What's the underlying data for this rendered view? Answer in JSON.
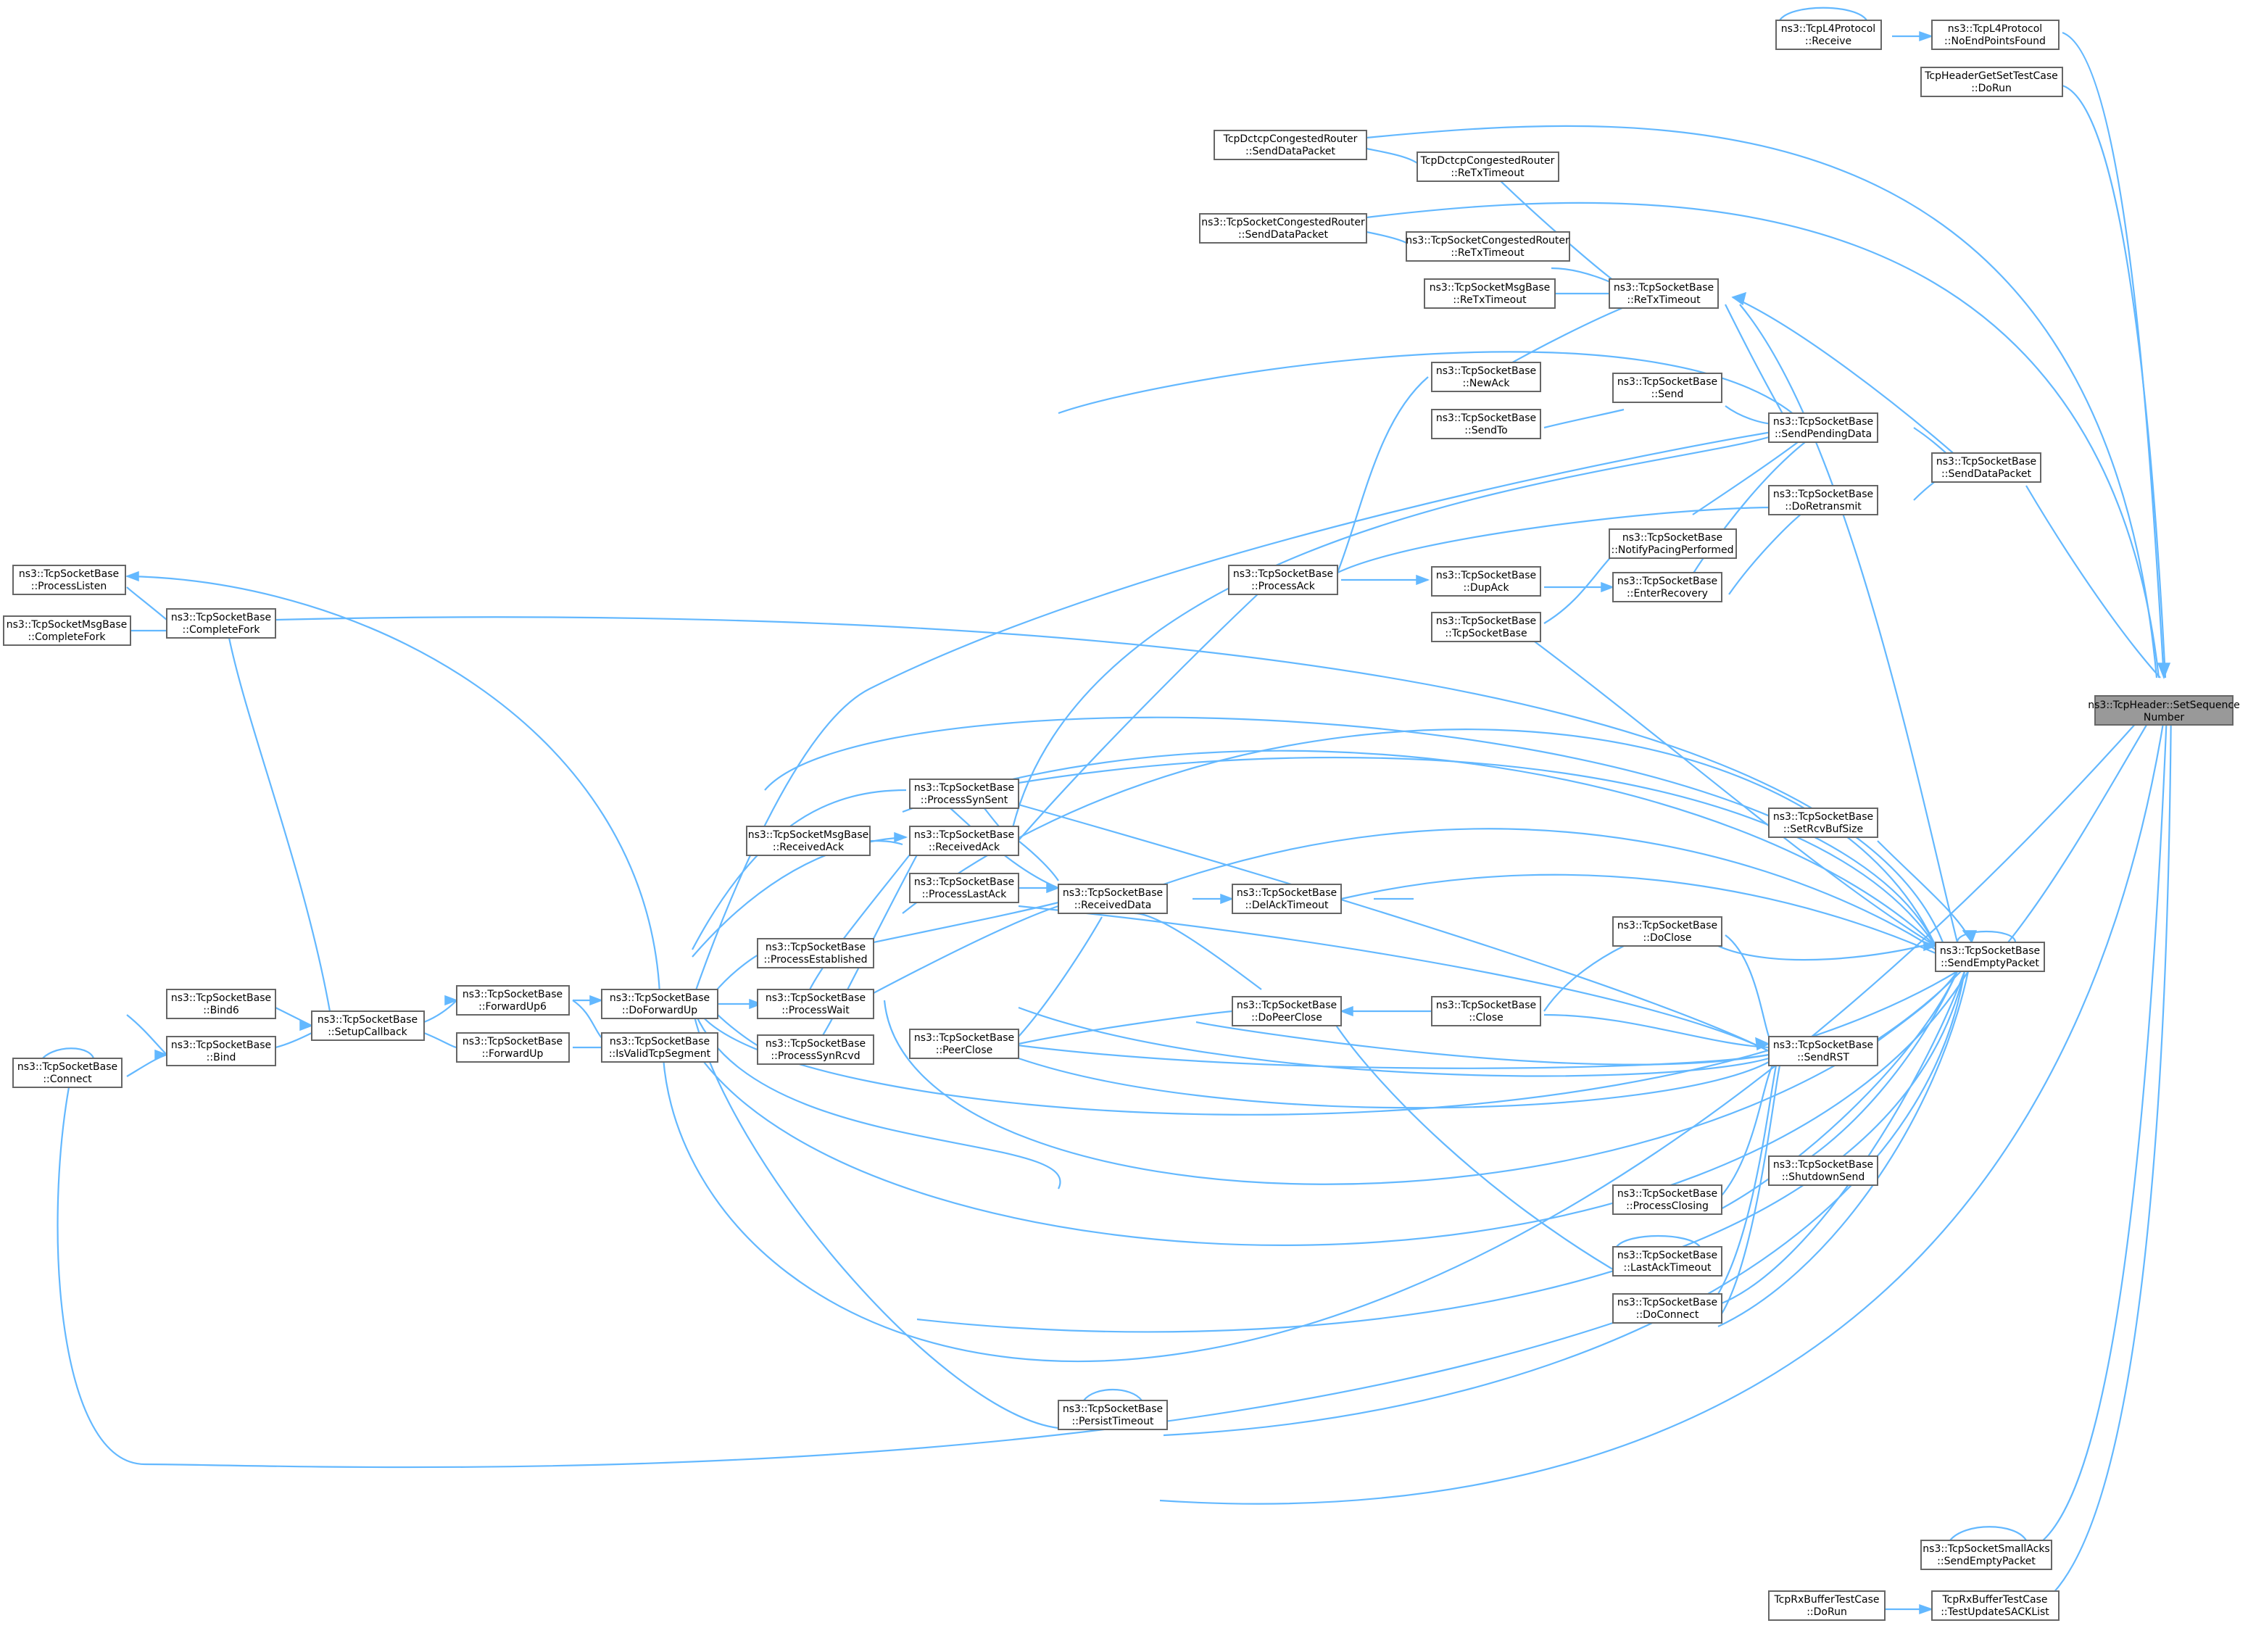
{
  "colors": {
    "edge": "#63b8ff",
    "node_border": "#666666",
    "root_fill": "#999999",
    "background": "#ffffff"
  },
  "nodes": {
    "root": [
      "ns3::TcpHeader::SetSequence",
      "Number"
    ],
    "sendEmpty": [
      "ns3::TcpSocketBase",
      "::SendEmptyPacket"
    ],
    "sendRST": [
      "ns3::TcpSocketBase",
      "::SendRST"
    ],
    "sendDataPacket": [
      "ns3::TcpSocketBase",
      "::SendDataPacket"
    ],
    "sendPending": [
      "ns3::TcpSocketBase",
      "::SendPendingData"
    ],
    "reTx": [
      "ns3::TcpSocketBase",
      "::ReTxTimeout"
    ],
    "doRetransmit": [
      "ns3::TcpSocketBase",
      "::DoRetransmit"
    ],
    "notifyPacing": [
      "ns3::TcpSocketBase",
      "::NotifyPacingPerformed"
    ],
    "enterRecovery": [
      "ns3::TcpSocketBase",
      "::EnterRecovery"
    ],
    "send": [
      "ns3::TcpSocketBase",
      "::Send"
    ],
    "sendTo": [
      "ns3::TcpSocketBase",
      "::SendTo"
    ],
    "newAck": [
      "ns3::TcpSocketBase",
      "::NewAck"
    ],
    "dupAck": [
      "ns3::TcpSocketBase",
      "::DupAck"
    ],
    "tcpSocketBase": [
      "ns3::TcpSocketBase",
      "::TcpSocketBase"
    ],
    "processAck": [
      "ns3::TcpSocketBase",
      "::ProcessAck"
    ],
    "msgReTx": [
      "ns3::TcpSocketMsgBase",
      "::ReTxTimeout"
    ],
    "congReTx": [
      "ns3::TcpSocketCongestedRouter",
      "::ReTxTimeout"
    ],
    "congSend": [
      "ns3::TcpSocketCongestedRouter",
      "::SendDataPacket"
    ],
    "dctcpReTx": [
      "TcpDctcpCongestedRouter",
      "::ReTxTimeout"
    ],
    "dctcpSend": [
      "TcpDctcpCongestedRouter",
      "::SendDataPacket"
    ],
    "l4Receive": [
      "ns3::TcpL4Protocol",
      "::Receive"
    ],
    "l4NoEnd": [
      "ns3::TcpL4Protocol",
      "::NoEndPointsFound"
    ],
    "hdrTest": [
      "TcpHeaderGetSetTestCase",
      "::DoRun"
    ],
    "setRcvBuf": [
      "ns3::TcpSocketBase",
      "::SetRcvBufSize"
    ],
    "shutdownSend": [
      "ns3::TcpSocketBase",
      "::ShutdownSend"
    ],
    "smallAcks": [
      "ns3::TcpSocketSmallAcks",
      "::SendEmptyPacket"
    ],
    "testSack": [
      "TcpRxBufferTestCase",
      "::TestUpdateSACKList"
    ],
    "rxDoRun": [
      "TcpRxBufferTestCase",
      "::DoRun"
    ],
    "doClose": [
      "ns3::TcpSocketBase",
      "::DoClose"
    ],
    "close": [
      "ns3::TcpSocketBase",
      "::Close"
    ],
    "processClosing": [
      "ns3::TcpSocketBase",
      "::ProcessClosing"
    ],
    "lastAckTimeout": [
      "ns3::TcpSocketBase",
      "::LastAckTimeout"
    ],
    "doConnect": [
      "ns3::TcpSocketBase",
      "::DoConnect"
    ],
    "delAck": [
      "ns3::TcpSocketBase",
      "::DelAckTimeout"
    ],
    "doPeerClose": [
      "ns3::TcpSocketBase",
      "::DoPeerClose"
    ],
    "receivedData": [
      "ns3::TcpSocketBase",
      "::ReceivedData"
    ],
    "persist": [
      "ns3::TcpSocketBase",
      "::PersistTimeout"
    ],
    "synSent": [
      "ns3::TcpSocketBase",
      "::ProcessSynSent"
    ],
    "receivedAck": [
      "ns3::TcpSocketBase",
      "::ReceivedAck"
    ],
    "msgReceivedAck": [
      "ns3::TcpSocketMsgBase",
      "::ReceivedAck"
    ],
    "lastAck": [
      "ns3::TcpSocketBase",
      "::ProcessLastAck"
    ],
    "established": [
      "ns3::TcpSocketBase",
      "::ProcessEstablished"
    ],
    "wait": [
      "ns3::TcpSocketBase",
      "::ProcessWait"
    ],
    "synRcvd": [
      "ns3::TcpSocketBase",
      "::ProcessSynRcvd"
    ],
    "peerClose": [
      "ns3::TcpSocketBase",
      "::PeerClose"
    ],
    "doForwardUp": [
      "ns3::TcpSocketBase",
      "::DoForwardUp"
    ],
    "isValid": [
      "ns3::TcpSocketBase",
      "::IsValidTcpSegment"
    ],
    "forwardUp6": [
      "ns3::TcpSocketBase",
      "::ForwardUp6"
    ],
    "forwardUp": [
      "ns3::TcpSocketBase",
      "::ForwardUp"
    ],
    "setupCallback": [
      "ns3::TcpSocketBase",
      "::SetupCallback"
    ],
    "bind6": [
      "ns3::TcpSocketBase",
      "::Bind6"
    ],
    "bind": [
      "ns3::TcpSocketBase",
      "::Bind"
    ],
    "connect": [
      "ns3::TcpSocketBase",
      "::Connect"
    ],
    "completeFork": [
      "ns3::TcpSocketBase",
      "::CompleteFork"
    ],
    "msgCompleteFork": [
      "ns3::TcpSocketMsgBase",
      "::CompleteFork"
    ],
    "processListen": [
      "ns3::TcpSocketBase",
      "::ProcessListen"
    ]
  }
}
